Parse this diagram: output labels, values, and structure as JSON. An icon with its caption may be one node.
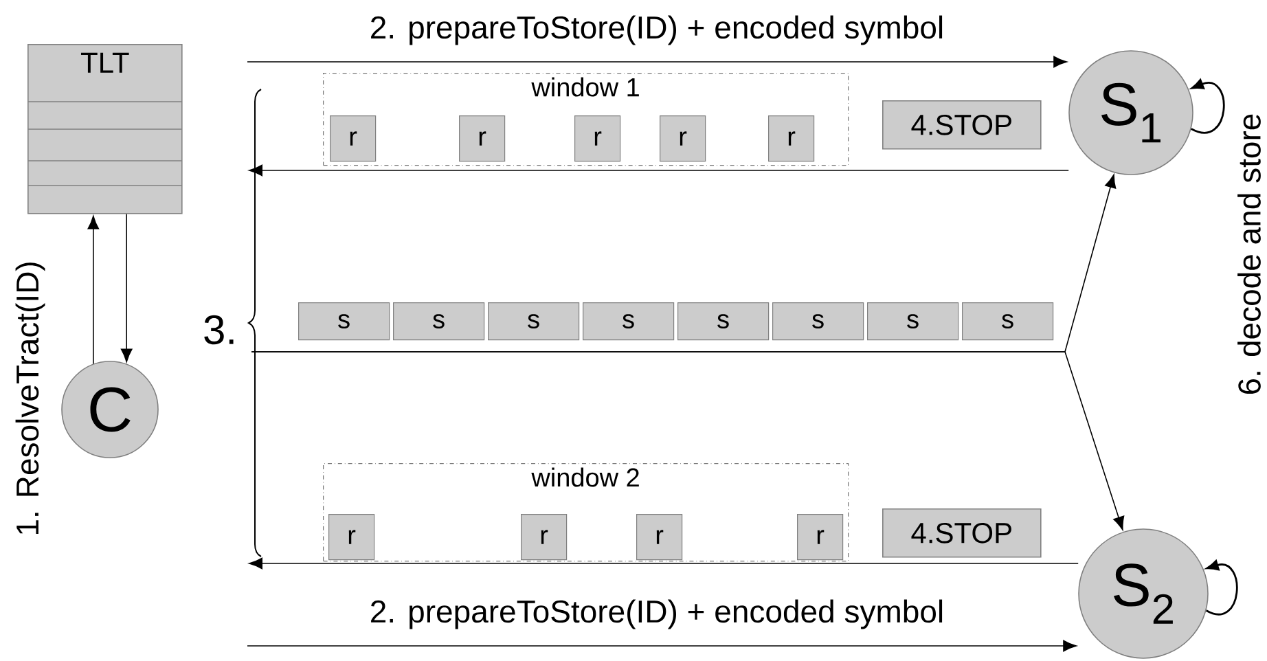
{
  "diagram": {
    "nodes": [
      {
        "text": [
          "TLT"
        ]
      },
      {
        "text": [
          "C"
        ]
      },
      {
        "text": [
          "S$_{1}$"
        ]
      },
      {
        "text": [
          "S$_{2}$"
        ]
      },
      {
        "text": [
          "window 1"
        ]
      },
      {
        "text": [
          "r"
        ],
        "in": 4
      },
      {
        "text": [
          "r"
        ],
        "in": 4
      },
      {
        "text": [
          "r"
        ],
        "in": 4
      },
      {
        "text": [
          "r"
        ],
        "in": 4
      },
      {
        "text": [
          "r"
        ],
        "in": 4
      },
      {
        "text": [
          "4.STOP"
        ]
      },
      {
        "text": [
          "s"
        ]
      },
      {
        "text": [
          "s"
        ]
      },
      {
        "text": [
          "s"
        ]
      },
      {
        "text": [
          "s"
        ]
      },
      {
        "text": [
          "s"
        ]
      },
      {
        "text": [
          "s"
        ]
      },
      {
        "text": [
          "s"
        ]
      },
      {
        "text": [
          "s"
        ]
      },
      {
        "text": [
          "window 2"
        ]
      },
      {
        "text": [
          "r"
        ],
        "in": 19
      },
      {
        "text": [
          "r"
        ],
        "in": 19
      },
      {
        "text": [
          "r"
        ],
        "in": 19
      },
      {
        "text": [
          "r"
        ],
        "in": 19
      },
      {
        "text": [
          "4.STOP"
        ]
      }
    ],
    "edges": [
      {
        "from": 1,
        "to": 0,
        "arrow": "to",
        "label": "1. ResolveTract(ID)"
      },
      {
        "from": 0,
        "to": 1,
        "arrow": "to"
      },
      {
        "from": null,
        "to": 2,
        "arrow": "to",
        "label": "2. prepareToStore(ID) + encoded symbol"
      },
      {
        "from": 2,
        "to": null,
        "arrow": "to"
      },
      {
        "from": null,
        "to": 2,
        "arrow": "to"
      },
      {
        "from": null,
        "to": 3,
        "arrow": "to"
      },
      {
        "from": 3,
        "to": null,
        "arrow": "to"
      },
      {
        "from": null,
        "to": 3,
        "arrow": "to",
        "label": "2. prepareToStore(ID) + encoded symbol"
      },
      {
        "from": 2,
        "to": 2,
        "arrow": "to"
      },
      {
        "from": 3,
        "to": 3,
        "arrow": "to"
      }
    ],
    "labels": [
      "3.",
      "6. decode and store"
    ]
  }
}
